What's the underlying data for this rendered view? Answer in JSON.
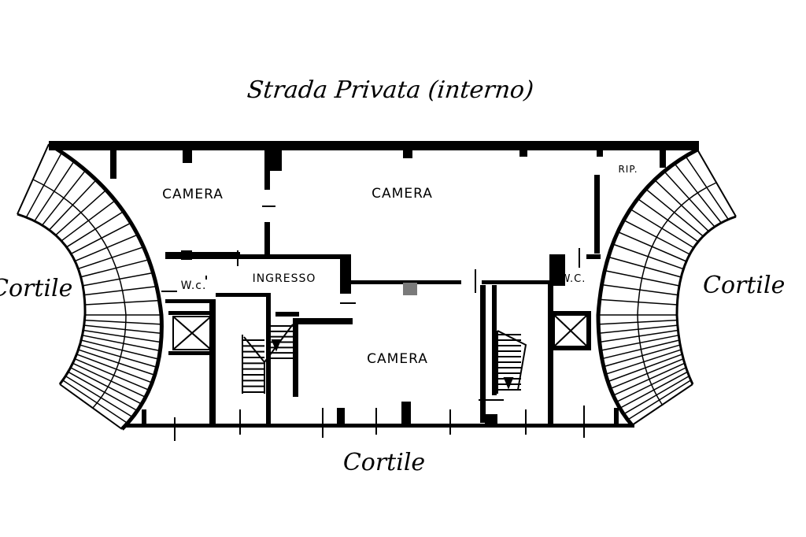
{
  "labels": {
    "street": "Strada Privata (interno)",
    "courtyard_left": "Cortile",
    "courtyard_right": "Cortile",
    "courtyard_bottom": "Cortile"
  },
  "rooms": {
    "camera_left": "CAMERA",
    "camera_center": "CAMERA",
    "camera_lower": "CAMERA",
    "ingresso": "INGRESSO",
    "wc_left": "W.c.",
    "wc_right": "W.C.",
    "ripostiglio": "RIP."
  },
  "colors": {
    "ink": "#000000",
    "paper": "#ffffff",
    "marker": "#7a7a7a"
  }
}
